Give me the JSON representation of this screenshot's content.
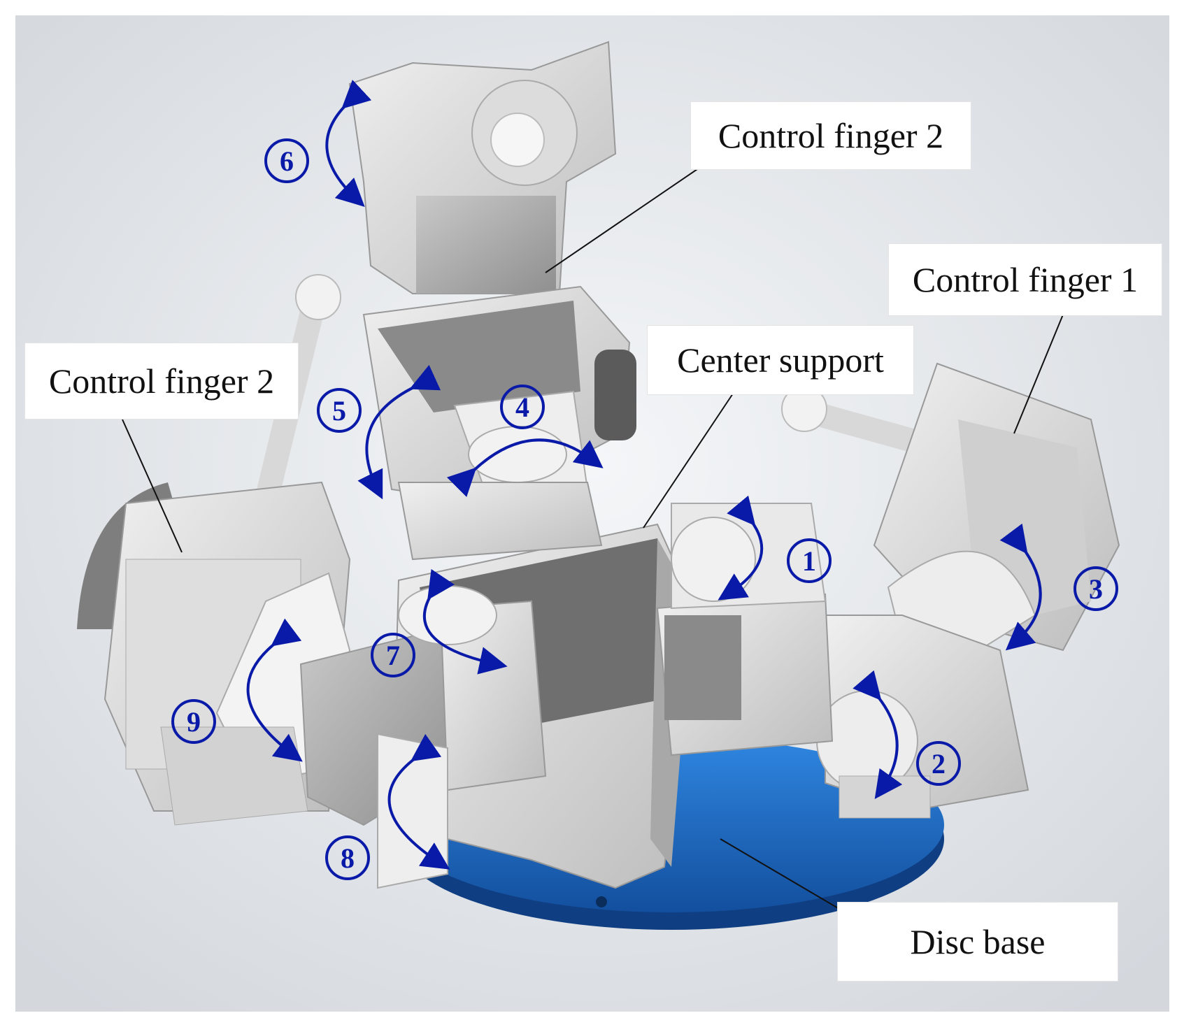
{
  "labels": {
    "control_finger_2_top": "Control finger 2",
    "control_finger_1": "Control finger 1",
    "center_support": "Center support",
    "control_finger_2_left": "Control finger 2",
    "disc_base": "Disc base"
  },
  "joints": [
    "1",
    "2",
    "3",
    "4",
    "5",
    "6",
    "7",
    "8",
    "9"
  ],
  "colors": {
    "arrow": "#0a1aa8",
    "base": "#1f6fd0",
    "part_light": "#e3e3e3",
    "part_shade": "#b8b8b8"
  }
}
